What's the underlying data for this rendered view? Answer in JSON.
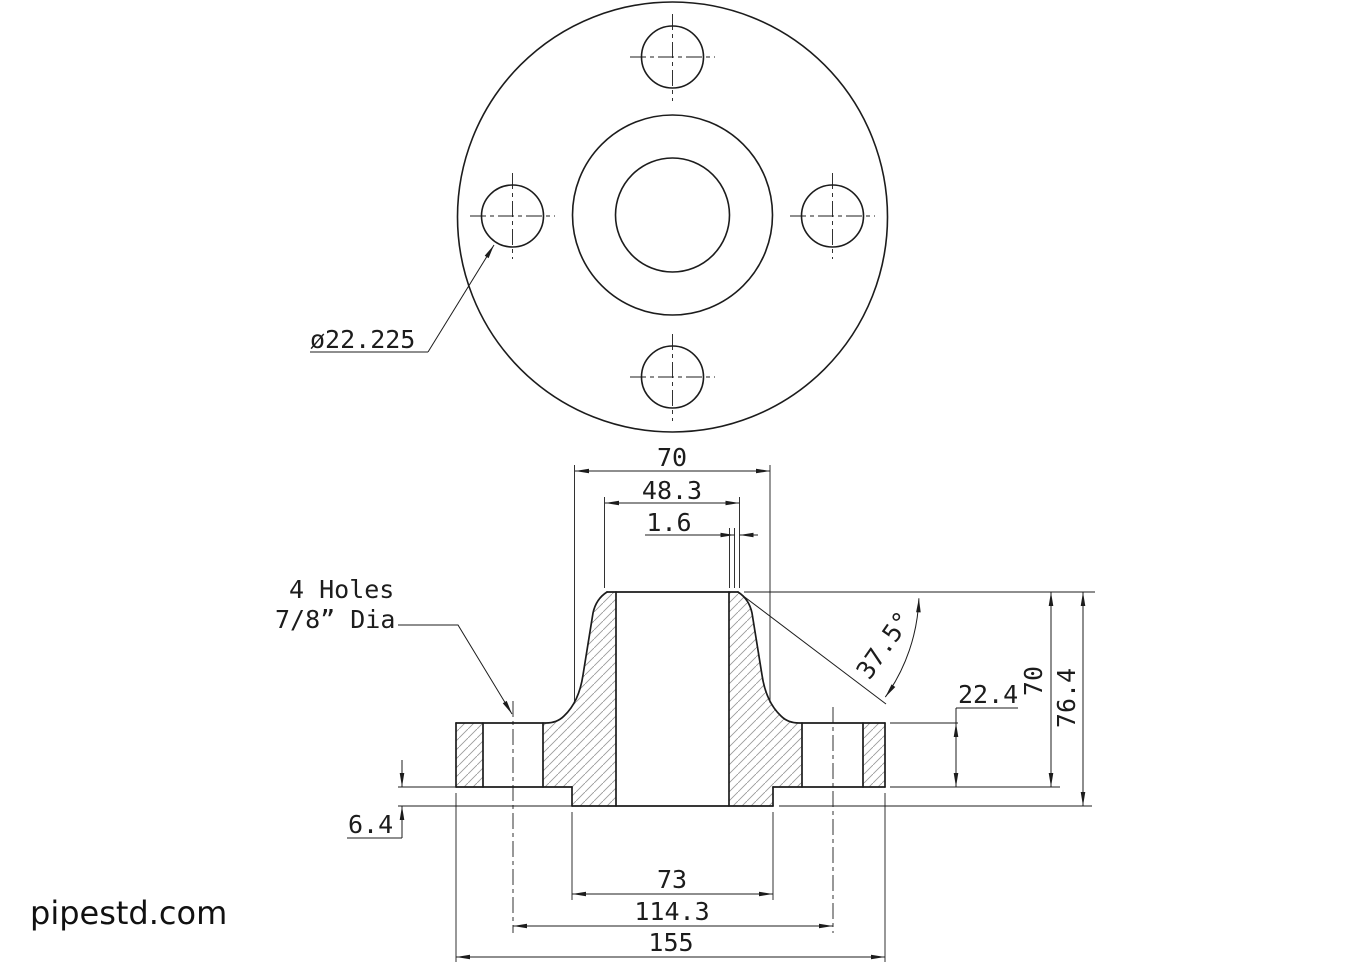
{
  "watermark": "pipestd.com",
  "top_view": {
    "bolt_hole_dia": "ø22.225"
  },
  "section_view": {
    "holes_note_line1": "4 Holes",
    "holes_note_line2": "7/8” Dia",
    "dims": {
      "hub_base_dia": "70",
      "neck_od": "48.3",
      "root_face": "1.6",
      "bevel_angle": "37.5°",
      "flange_thickness": "22.4",
      "hub_length": "70",
      "overall_length": "76.4",
      "raised_face_height": "6.4",
      "raised_face_dia": "73",
      "bolt_circle_dia": "114.3",
      "flange_od": "155"
    }
  }
}
